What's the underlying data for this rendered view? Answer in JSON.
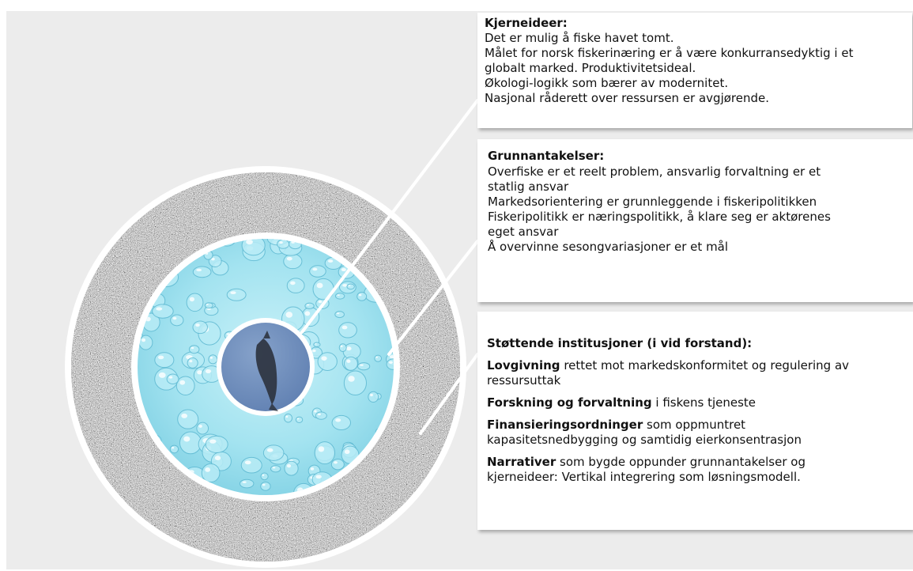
{
  "core_ideas": {
    "heading": "Kjerneideer:",
    "lines": [
      "Det er mulig å fiske havet tomt.",
      "Målet for norsk fiskerinæring er å være konkurransedyktig i et",
      "globalt marked. Produktivitetsideal.",
      "Økologi-logikk som bærer av modernitet.",
      "Nasjonal råderett over ressursen er avgjørende."
    ]
  },
  "assumptions": {
    "heading": "Grunnantakelser:",
    "lines": [
      "Overfiske er et reelt problem, ansvarlig forvaltning er et",
      "statlig ansvar",
      "Markedsorientering er grunnleggende i fiskeripolitikken",
      "Fiskeripolitikk er næringspolitikk, å klare seg er aktørenes",
      "eget ansvar",
      "Å overvinne sesongvariasjoner er et mål"
    ]
  },
  "institutions": {
    "heading": "Støttende institusjoner (i vid forstand):",
    "items": [
      {
        "bold": "Lovgivning",
        "text": " rettet mot markedskonformitet og regulering av",
        "text2": "ressursuttak"
      },
      {
        "bold": "Forskning og forvaltning",
        "text": " i fiskens tjeneste",
        "text2": ""
      },
      {
        "bold": "Finansieringsordninger",
        "text": " som oppmuntret",
        "text2": "kapasitetsnedbygging og samtidig eierkonsentrasjon"
      },
      {
        "bold": "Narrativer",
        "text": " som bygde oppunder grunnantakelser og",
        "text2": "kjerneideer: Vertikal integrering som løsningsmodell."
      }
    ]
  },
  "colors": {
    "outer_ring": "#8a8a8a",
    "middle_ring": "#8fdaea",
    "core": "#6f8fbe",
    "panel_background": "#ececec"
  },
  "icons": {
    "outer_ring": "granite-stone-texture",
    "middle_ring": "water-drops-texture",
    "core": "fish-icon"
  }
}
